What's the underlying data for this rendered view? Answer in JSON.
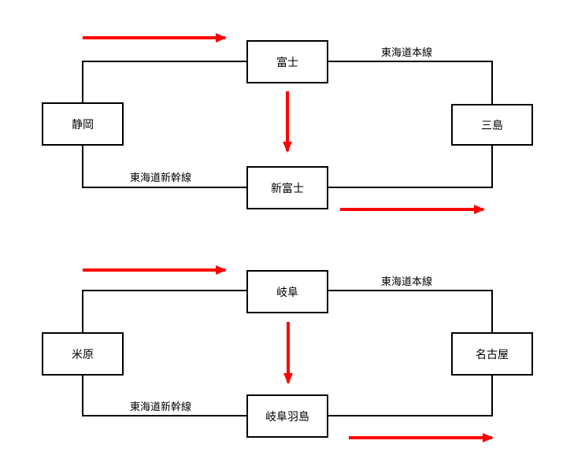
{
  "colors": {
    "line": "#000000",
    "arrow": "#ff0000"
  },
  "diagrams": [
    {
      "stations": {
        "west": "静岡",
        "upper": "富士",
        "lower": "新富士",
        "east": "三島"
      },
      "lines": {
        "upper": "東海道本線",
        "lower": "東海道新幹線"
      }
    },
    {
      "stations": {
        "west": "米原",
        "upper": "岐阜",
        "lower": "岐阜羽島",
        "east": "名古屋"
      },
      "lines": {
        "upper": "東海道本線",
        "lower": "東海道新幹線"
      }
    }
  ]
}
